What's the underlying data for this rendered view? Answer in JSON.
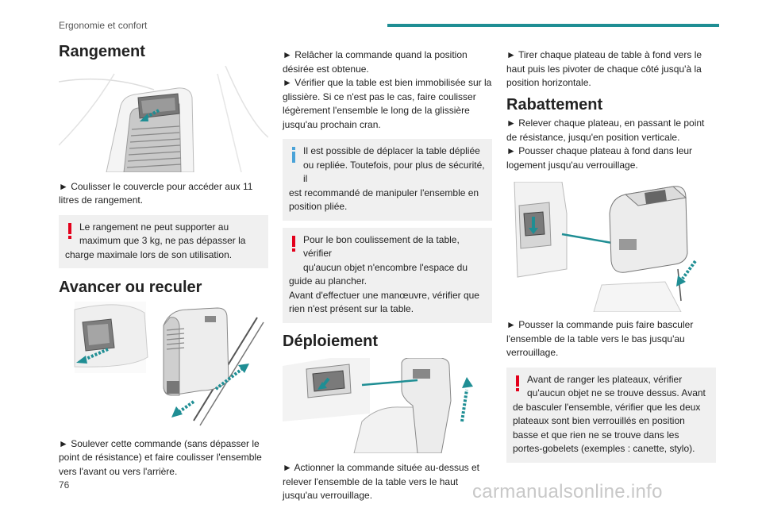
{
  "header": {
    "section": "Ergonomie et confort",
    "accent_color": "#1f8e94"
  },
  "col1": {
    "rangement": {
      "title": "Rangement",
      "step": "► Coulisser le couvercle pour accéder aux 11 litres de rangement.",
      "warning_l1": "Le rangement ne peut supporter au",
      "warning_l2": "maximum que 3 kg, ne pas dépasser la",
      "warning_rest": "charge maximale lors de son utilisation."
    },
    "avancer": {
      "title": "Avancer ou reculer",
      "step": "► Soulever cette commande (sans dépasser le point de résistance) et faire coulisser l'ensemble vers l'avant ou vers l'arrière."
    }
  },
  "col2": {
    "steps": "► Relâcher la commande quand la position désirée est obtenue.",
    "steps2": "► Vérifier que la table est bien immobilisée sur la glissière. Si ce n'est pas le cas, faire coulisser légèrement l'ensemble le long de la glissière jusqu'au prochain cran.",
    "info_l1": "Il est possible de déplacer la table dépliée",
    "info_l2": "ou repliée. Toutefois, pour plus de sécurité, il",
    "info_rest": "est recommandé de manipuler l'ensemble en position pliée.",
    "warning_l1": "Pour le bon coulissement de la table, vérifier",
    "warning_l2": "qu'aucun objet n'encombre l'espace du",
    "warning_rest1": "guide au plancher.",
    "warning_rest2": "Avant d'effectuer une manœuvre, vérifier que rien n'est présent sur la table.",
    "deploiement": {
      "title": "Déploiement",
      "step": "► Actionner la commande située au-dessus et relever l'ensemble de la table vers le haut jusqu'au verrouillage."
    }
  },
  "col3": {
    "step_top": "► Tirer chaque plateau de table à fond vers le haut puis les pivoter de chaque côté jusqu'à la position horizontale.",
    "rabattement": {
      "title": "Rabattement",
      "step1": "► Relever chaque plateau, en passant le point de résistance, jusqu'en position verticale.",
      "step2": "► Pousser chaque plateau à fond dans leur logement jusqu'au verrouillage.",
      "step3": "► Pousser la commande puis faire basculer l'ensemble de la table vers le bas jusqu'au verrouillage.",
      "warning_l1": "Avant de ranger les plateaux, vérifier",
      "warning_l2": "qu'aucun objet ne se trouve dessus. Avant",
      "warning_rest": "de basculer l'ensemble, vérifier que les deux plateaux sont bien verrouillés en position basse et que rien ne se trouve dans les portes-gobelets (exemples : canette, stylo)."
    }
  },
  "footer": {
    "page_number": "76",
    "watermark": "carmanualsonline.info"
  },
  "colors": {
    "warning": "#e3001b",
    "info": "#4aa3d8",
    "arrow": "#1f8e94"
  }
}
